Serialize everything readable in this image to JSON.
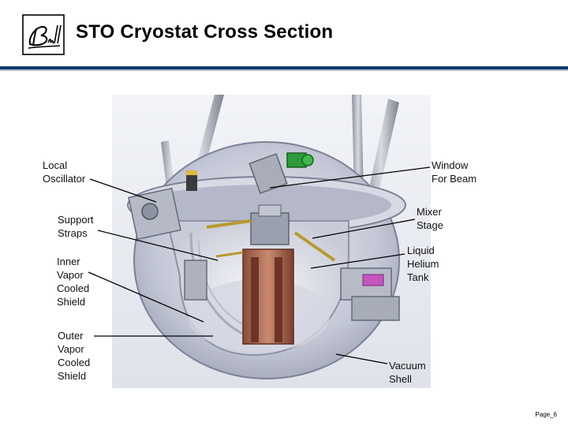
{
  "title": "STO Cryostat Cross Section",
  "logo": {
    "text": "Ball",
    "icon": "ball-logo-icon"
  },
  "labels": {
    "local_oscillator": "Local\nOscillator",
    "support_straps": "Support\nStraps",
    "inner_vcs": "Inner\nVapor\nCooled\nShield",
    "outer_vcs": "Outer\nVapor\nCooled\nShield",
    "window_for_beam": "Window\nFor Beam",
    "mixer_stage": "Mixer\nStage",
    "liquid_helium_tank": "Liquid\nHelium\nTank",
    "vacuum_shell": "Vacuum\nShell"
  },
  "page_number": "Page_6",
  "colors": {
    "header_rule": "#0d3a73",
    "header_rule_secondary": "#b7bcc4"
  }
}
